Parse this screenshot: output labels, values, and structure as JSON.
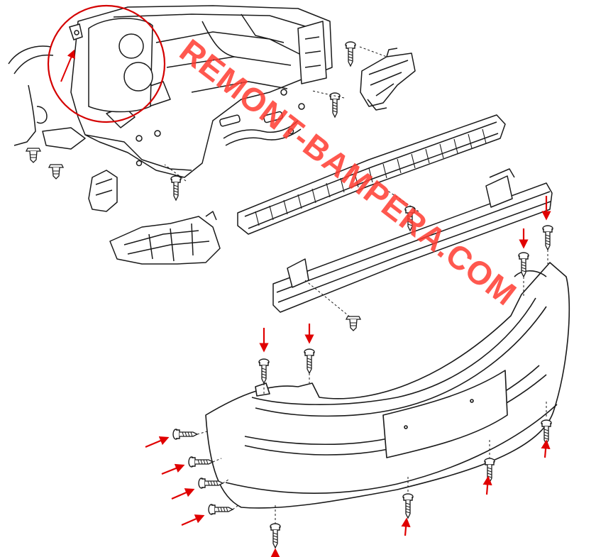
{
  "diagram": {
    "type": "exploded-parts-view",
    "watermark": {
      "text": "REMONT-BAMPERA.COM",
      "color": "#ff3b30"
    },
    "colors": {
      "line": "#1a1a1a",
      "arrow": "#e00000",
      "highlight_circle": "#d40000",
      "fill": "#ffffff"
    },
    "parts": [
      "body-rear-panel",
      "bumper-side-bracket",
      "energy-absorber",
      "bumper-reinforcement-beam",
      "bumper-cover",
      "mounting-screws",
      "mounting-clips"
    ]
  }
}
